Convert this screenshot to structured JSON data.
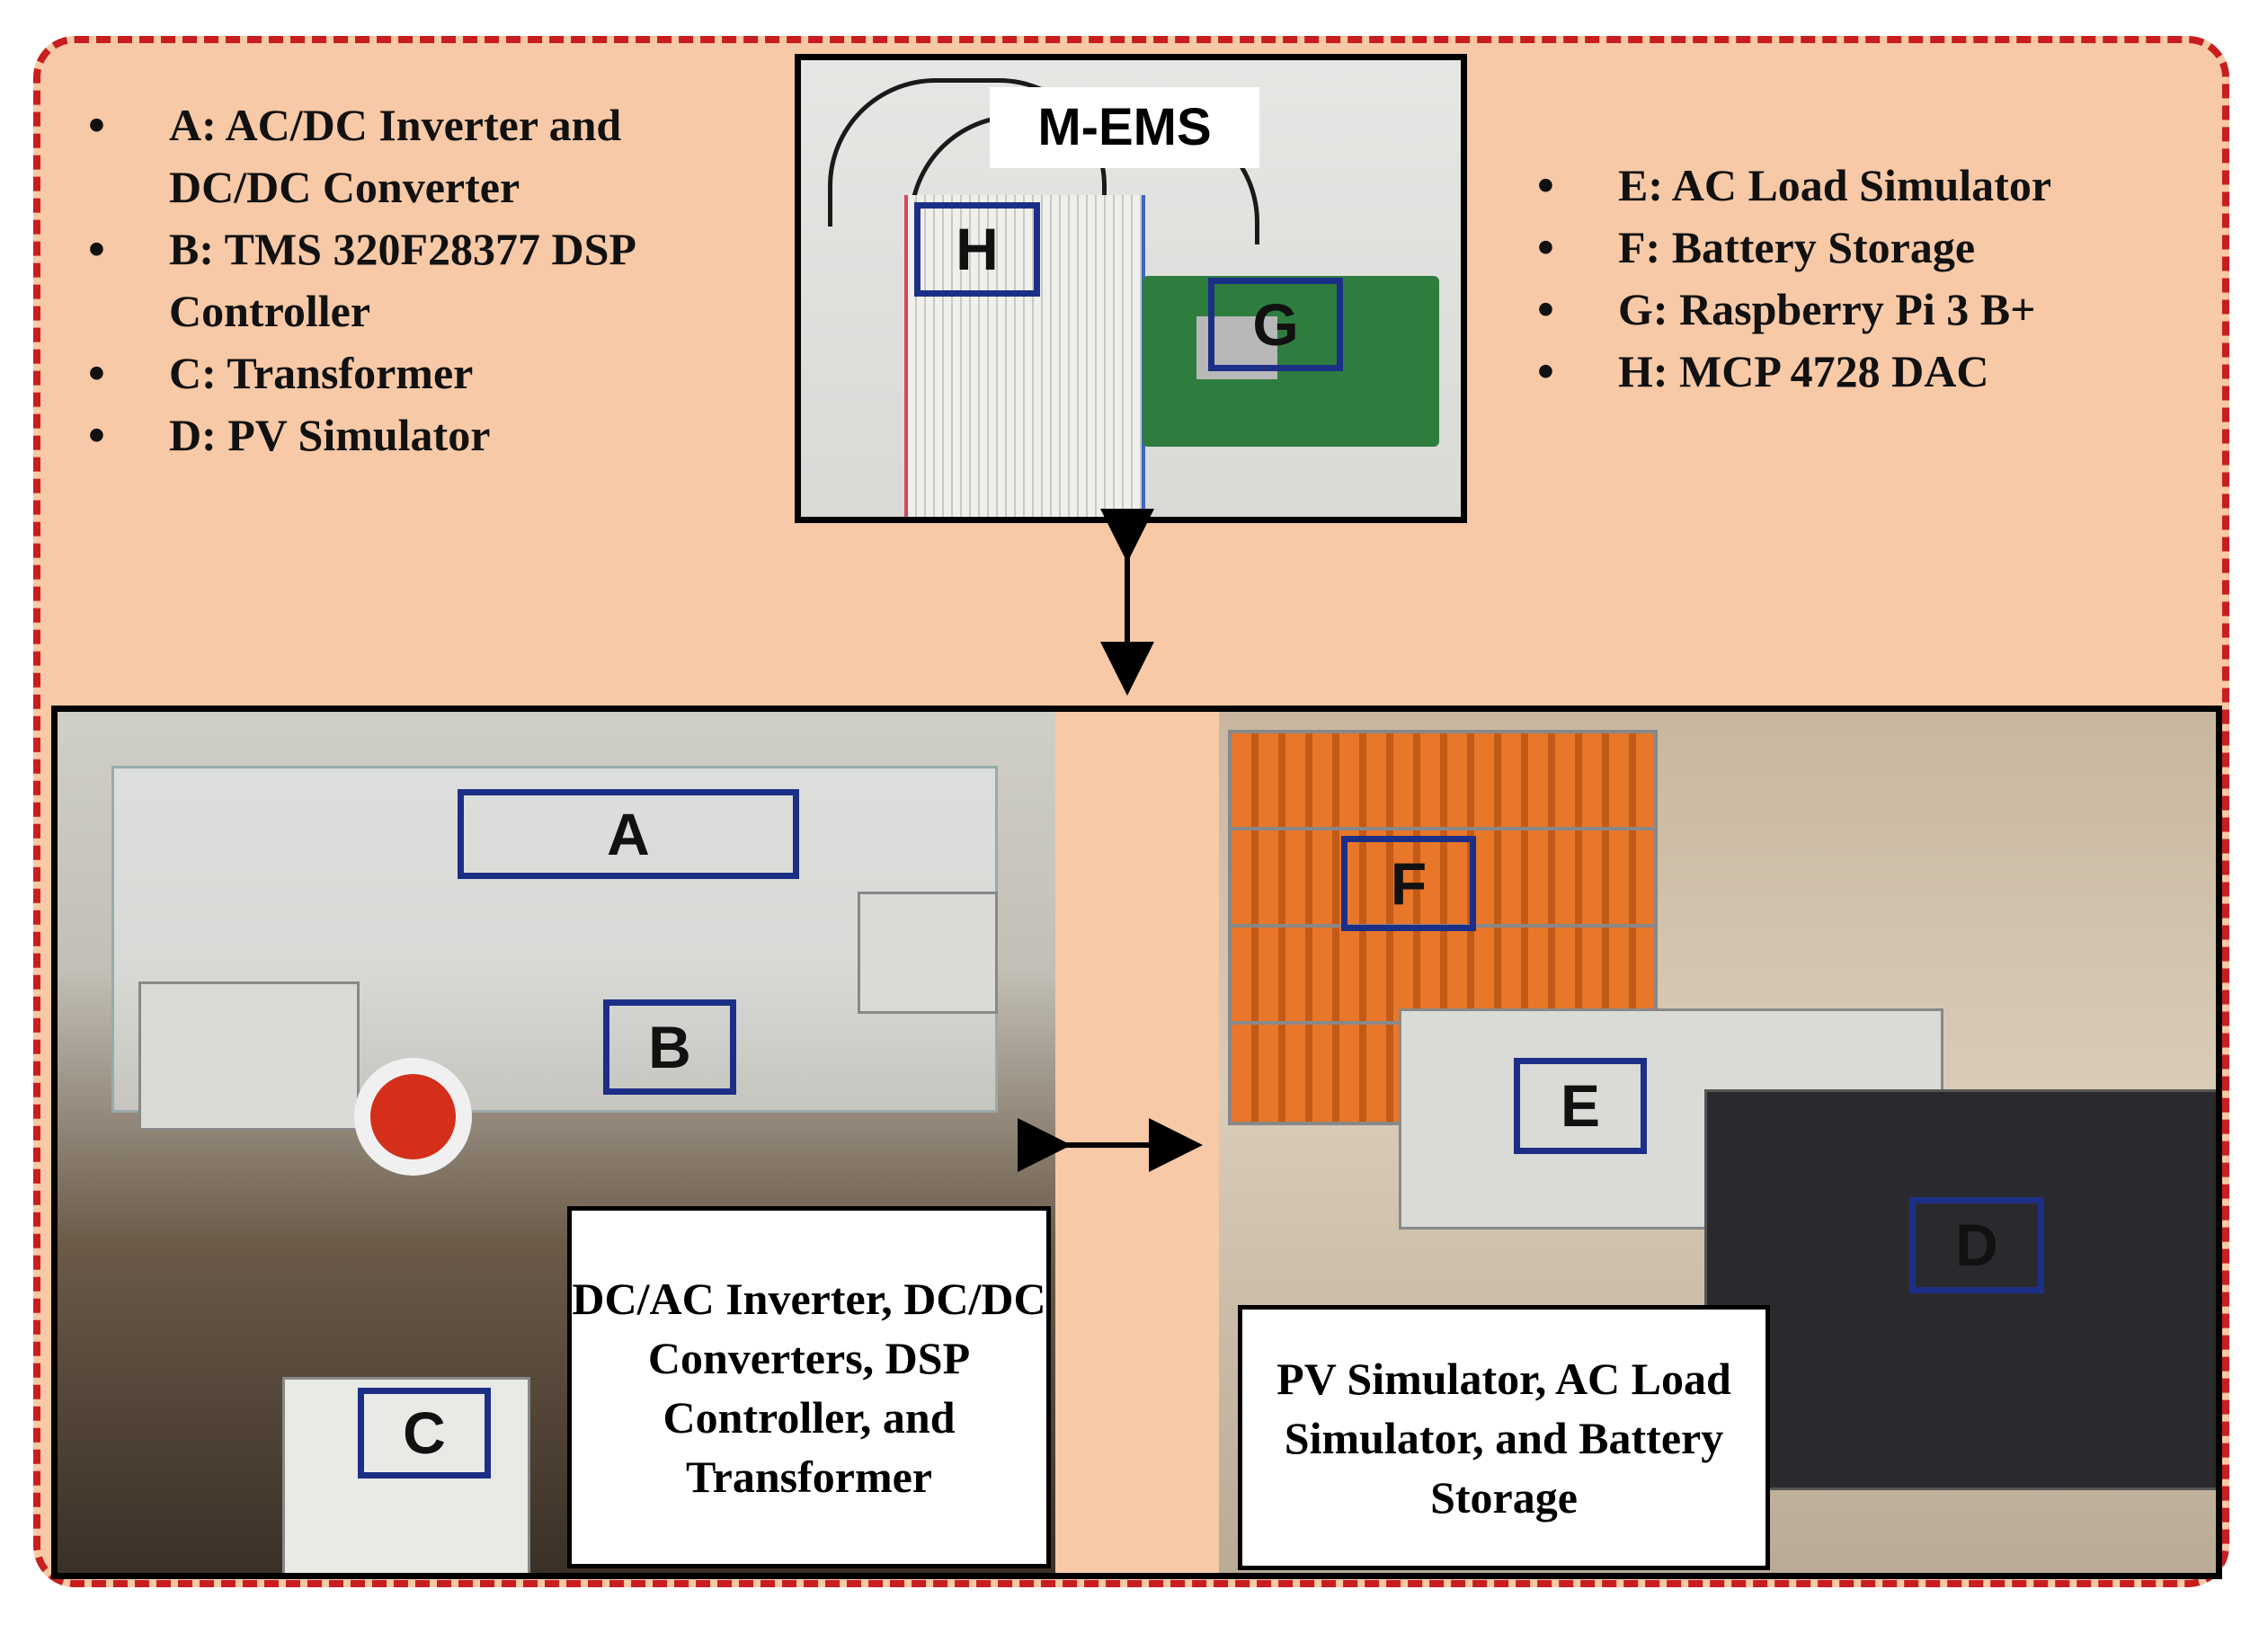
{
  "legend_left": [
    "A: AC/DC Inverter and DC/DC Converter",
    "B: TMS 320F28377 DSP Controller",
    "C: Transformer",
    "D: PV Simulator"
  ],
  "legend_right": [
    "E: AC Load Simulator",
    "F: Battery Storage",
    "G: Raspberry Pi 3 B+",
    "H: MCP 4728 DAC"
  ],
  "mems_label": "M-EMS",
  "markers": {
    "a": "A",
    "b": "B",
    "c": "C",
    "d": "D",
    "e": "E",
    "f": "F",
    "g": "G",
    "h": "H"
  },
  "captions": {
    "left": "DC/AC Inverter, DC/DC Converters, DSP Controller, and Transformer",
    "right": "PV Simulator, AC Load Simulator, and Battery Storage"
  },
  "colors": {
    "background": "#f7c9a6",
    "dashed_border": "#c81e1e",
    "marker_box": "#1c2f87"
  }
}
